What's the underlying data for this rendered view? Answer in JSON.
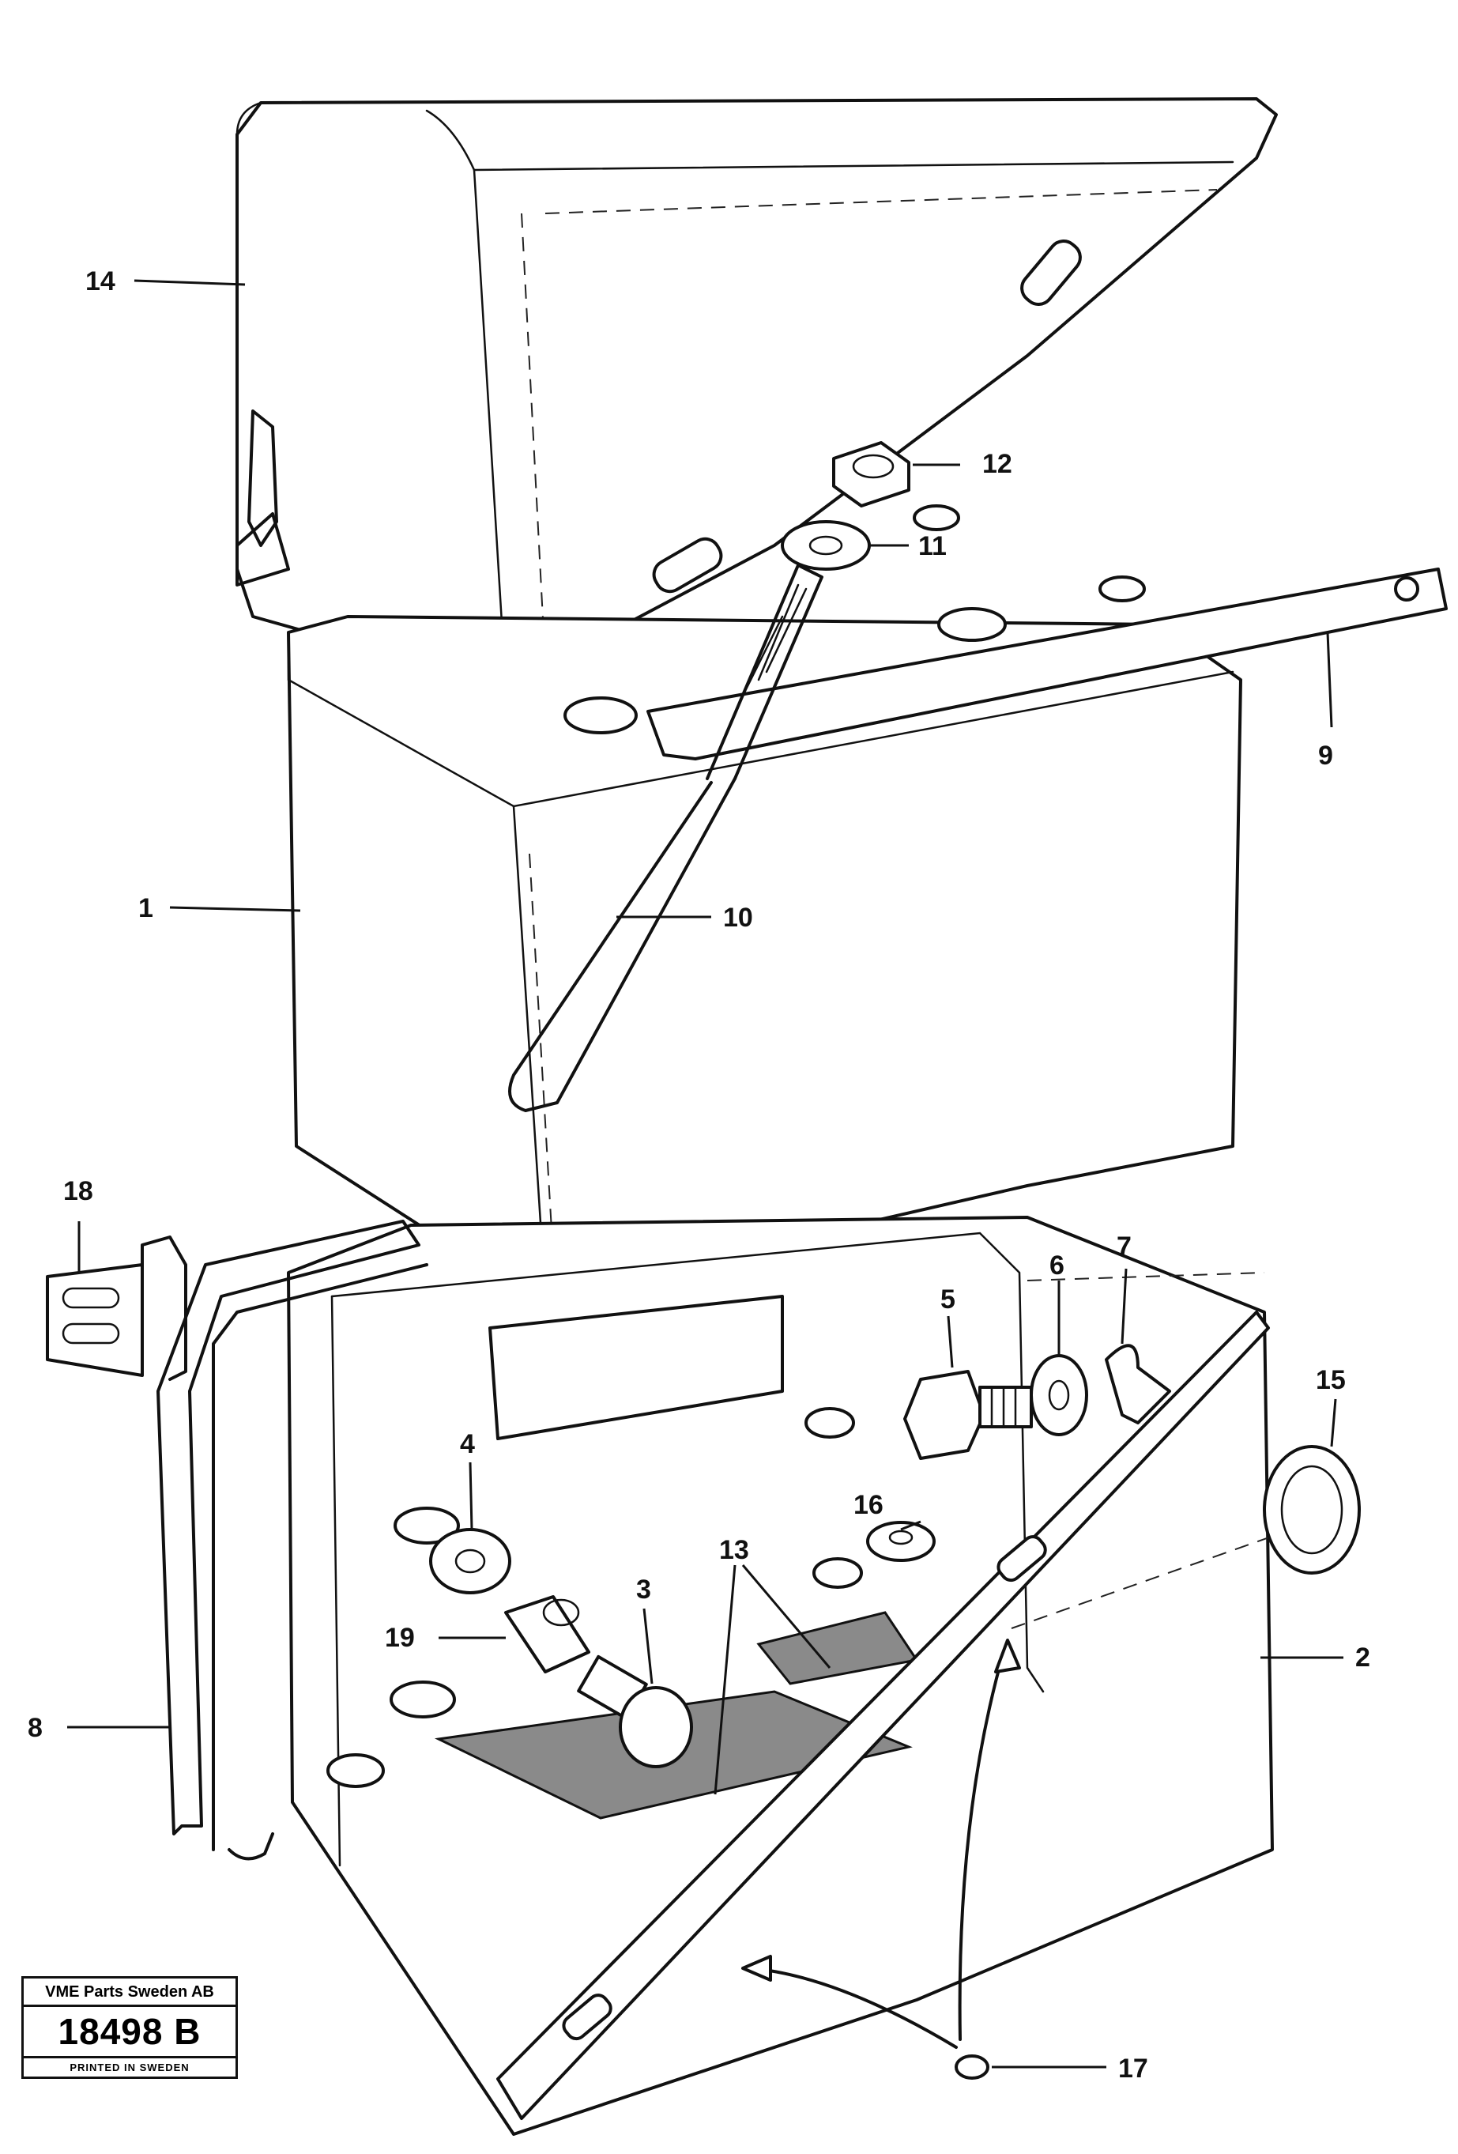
{
  "callouts": [
    {
      "id": "14",
      "label": "14"
    },
    {
      "id": "12",
      "label": "12"
    },
    {
      "id": "11",
      "label": "11"
    },
    {
      "id": "9",
      "label": "9"
    },
    {
      "id": "1",
      "label": "1"
    },
    {
      "id": "10",
      "label": "10"
    },
    {
      "id": "18",
      "label": "18"
    },
    {
      "id": "5",
      "label": "5"
    },
    {
      "id": "6",
      "label": "6"
    },
    {
      "id": "7",
      "label": "7"
    },
    {
      "id": "15",
      "label": "15"
    },
    {
      "id": "4",
      "label": "4"
    },
    {
      "id": "16",
      "label": "16"
    },
    {
      "id": "13",
      "label": "13"
    },
    {
      "id": "3",
      "label": "3"
    },
    {
      "id": "19",
      "label": "19"
    },
    {
      "id": "2",
      "label": "2"
    },
    {
      "id": "8",
      "label": "8"
    },
    {
      "id": "17",
      "label": "17"
    }
  ],
  "stamp": {
    "company": "VME Parts Sweden AB",
    "drawing_number": "18498 B",
    "printed": "PRINTED IN SWEDEN"
  }
}
